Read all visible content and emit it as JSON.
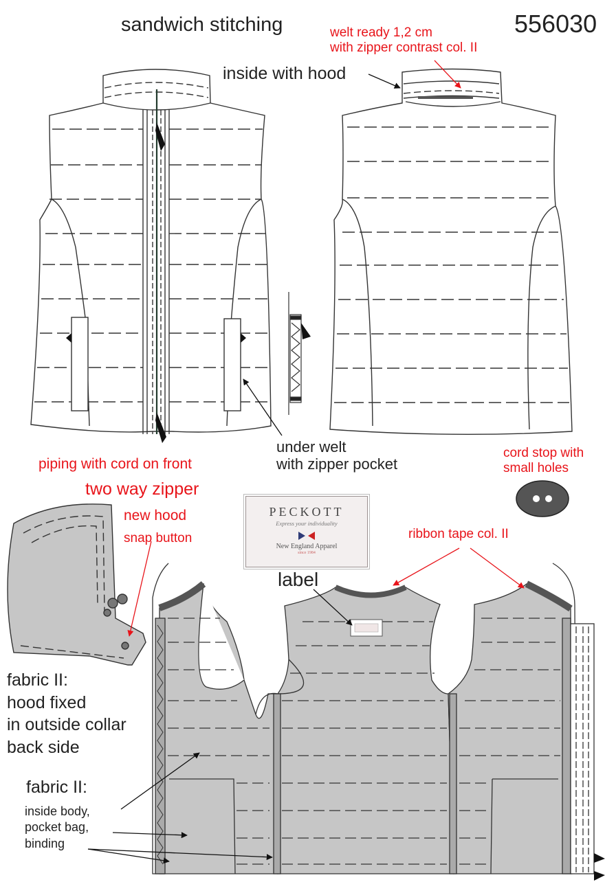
{
  "header": {
    "title": "sandwich stitching",
    "style_number": "556030"
  },
  "annotations": {
    "welt_ready": [
      "welt ready 1,2 cm",
      "with zipper contrast col. II"
    ],
    "inside_hood": "inside with hood",
    "piping": "piping with cord on front",
    "two_way_zipper": "two way zipper",
    "under_welt": [
      "under welt",
      "with zipper pocket"
    ],
    "cord_stop": [
      "cord stop with",
      "small holes"
    ],
    "new_hood": "new hood",
    "snap_button": "snap button",
    "ribbon_tape": "ribbon tape col. II",
    "label": "label",
    "fabric_hood": [
      "fabric II:",
      "hood fixed",
      "in outside collar",
      "back side"
    ],
    "fabric_inside_title": "fabric II:",
    "fabric_inside": [
      "inside body,",
      "pocket bag,",
      "binding"
    ]
  },
  "brand_label": {
    "brand": "PECKOTT",
    "tagline": "Express your individuality",
    "origin": "New England Apparel",
    "since": "since 1984"
  },
  "colors": {
    "annotation_red": "#e8141a",
    "lining_gray": "#c6c6c6",
    "outline": "#333333"
  }
}
